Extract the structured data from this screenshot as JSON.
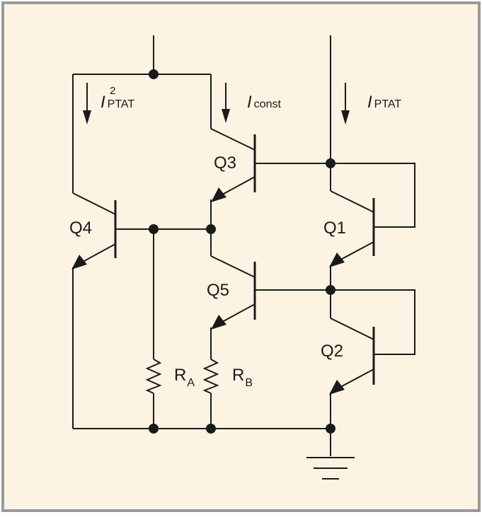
{
  "colors": {
    "background": "#fcf3e2",
    "border": "#9a9a9a",
    "ink": "#1a1a1a"
  },
  "currents": {
    "ptat_squared": {
      "symbol": "I",
      "subscript": "PTAT",
      "superscript": "2"
    },
    "const": {
      "symbol": "I",
      "subscript": "const"
    },
    "ptat": {
      "symbol": "I",
      "subscript": "PTAT"
    }
  },
  "transistors": {
    "q1": "Q1",
    "q2": "Q2",
    "q3": "Q3",
    "q4": "Q4",
    "q5": "Q5"
  },
  "resistors": {
    "ra": {
      "symbol": "R",
      "subscript": "A"
    },
    "rb": {
      "symbol": "R",
      "subscript": "B"
    }
  }
}
